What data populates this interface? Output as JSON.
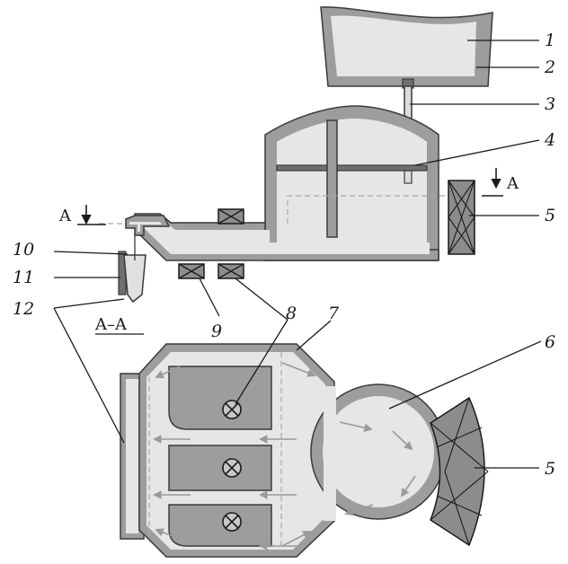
{
  "labels": {
    "n1": "1",
    "n2": "2",
    "n3": "3",
    "n4": "4",
    "n5_top": "5",
    "n5_bottom": "5",
    "n6": "6",
    "n7": "7",
    "n8": "8",
    "n9": "9",
    "n10": "10",
    "n11": "11",
    "n12": "12"
  },
  "section": {
    "marker_left": "A",
    "marker_right": "A",
    "caption": "A–A"
  },
  "colors": {
    "wall": "#9d9d9d",
    "melt": "#e6e6e6",
    "coil": "#8c8c8c",
    "outline": "#3a3a3a"
  }
}
